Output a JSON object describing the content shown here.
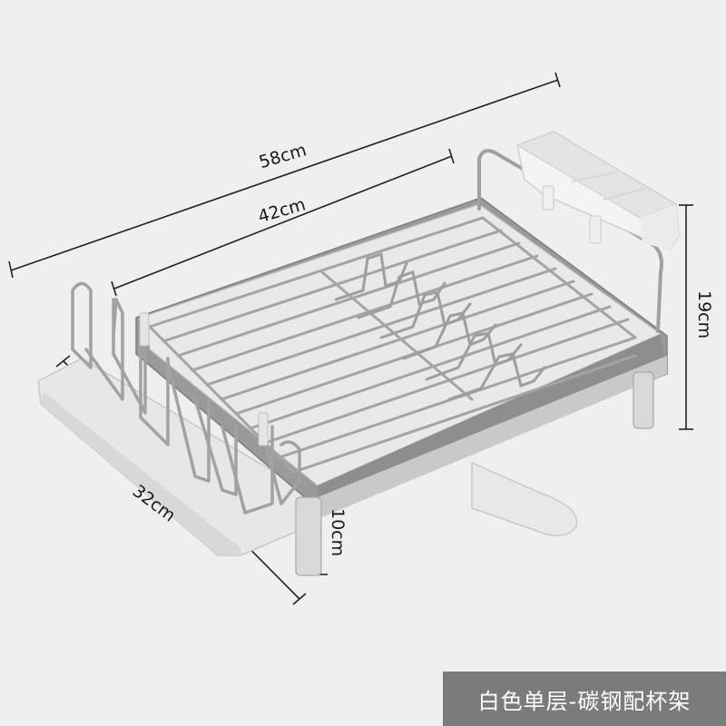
{
  "dimensions": {
    "total_length": "58cm",
    "rack_length": "42cm",
    "height": "19cm",
    "width": "32cm",
    "leg_height": "10cm"
  },
  "caption": "白色单层-碳钢配杯架",
  "colors": {
    "background": "#efefef",
    "caption_bg": "#7b7b7b",
    "frame": "#8d8d8d",
    "tray": "#e6e6e6",
    "wire": "#a8a8a8"
  }
}
